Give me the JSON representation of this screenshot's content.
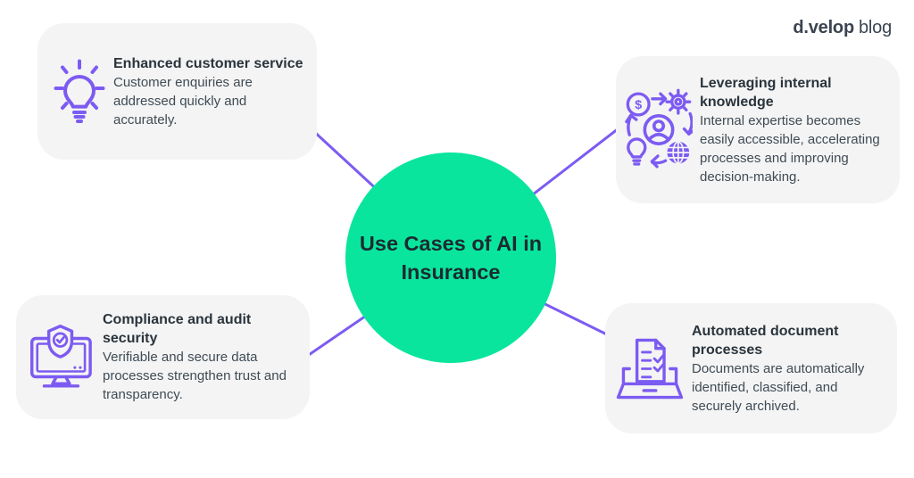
{
  "logo": {
    "brand": "d.velop",
    "suffix": "blog"
  },
  "center": {
    "title": "Use Cases of AI in Insurance",
    "line1": "Use Cases of AI in",
    "line2": "Insurance"
  },
  "colors": {
    "accent_purple": "#7C5BF2",
    "accent_green": "#0AE59D",
    "card_bg": "#F4F4F4",
    "heading_text": "#2A343C",
    "body_text": "#3F4B55",
    "center_text": "#1C2B31",
    "logo_text": "#3A4450"
  },
  "cards": [
    {
      "icon": "lightbulb-icon",
      "title": "Enhanced customer service",
      "body": "Customer enquiries are addressed quickly and accurately."
    },
    {
      "icon": "knowledge-cycle-icon",
      "title": "Leveraging internal knowledge",
      "body": "Internal expertise becomes easily accessible, accelerating processes and improving decision-making."
    },
    {
      "icon": "shield-monitor-icon",
      "title": "Compliance and audit security",
      "body": "Verifiable and secure data processes strengthen trust and transparency."
    },
    {
      "icon": "document-checklist-icon",
      "title": "Automated document processes",
      "body": "Documents are automatically identified, classified, and securely archived."
    }
  ]
}
